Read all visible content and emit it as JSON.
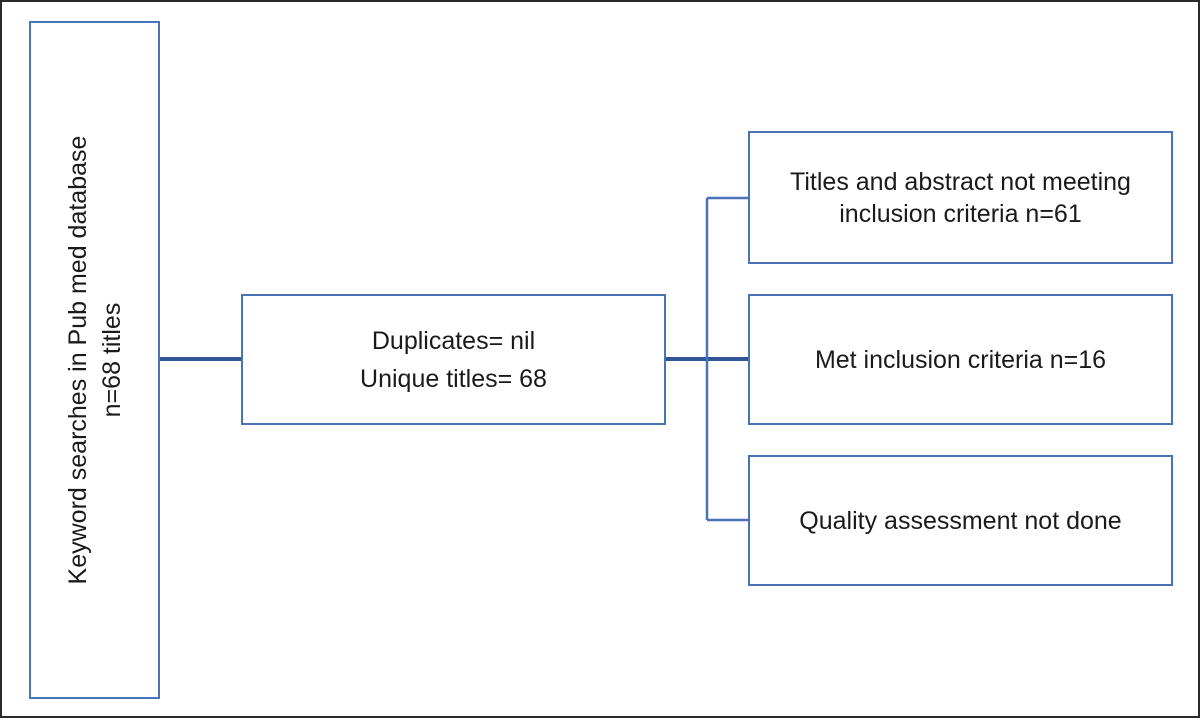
{
  "diagram": {
    "source_box": {
      "line1": "Keyword searches in Pub med database",
      "line2": "n=68 titles"
    },
    "dedup_box": {
      "line1": "Duplicates= nil",
      "line2": "Unique titles= 68"
    },
    "exclude_box": {
      "line1": "Titles and abstract not meeting",
      "line2": "inclusion criteria n=61"
    },
    "include_box": {
      "label": "Met inclusion criteria n=16"
    },
    "quality_box": {
      "label": "Quality assessment not done"
    },
    "colors": {
      "box_border": "#4a72b6",
      "connector": "#2f5597",
      "frame": "#2b2b2b"
    }
  }
}
